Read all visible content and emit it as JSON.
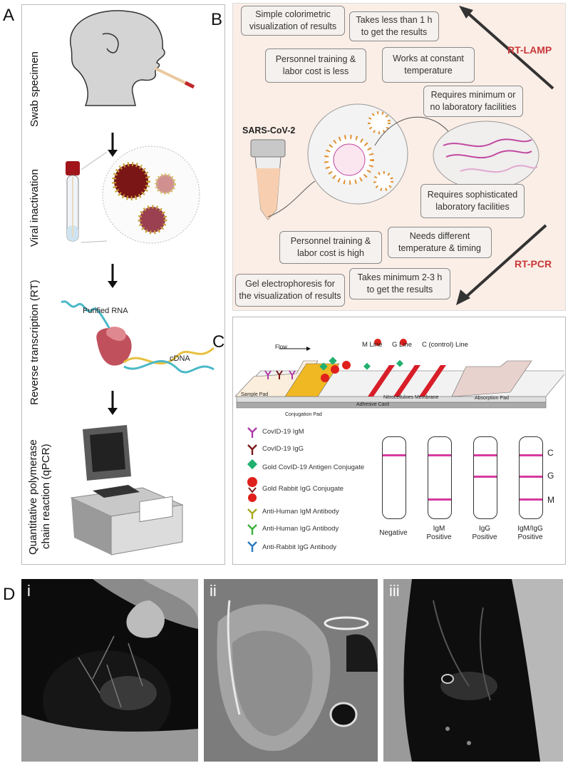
{
  "panel_a": {
    "letter": "A",
    "steps": [
      "Swab specimen",
      "Viral inactivation",
      "Reverse transcription (RT)",
      "Quantitative polymerase",
      "chain reaction (qPCR)"
    ],
    "rna_label": "Purified RNA",
    "cdna_label": "cDNA"
  },
  "panel_b": {
    "letter": "B",
    "virus_label": "SARS-CoV-2",
    "lamp_label": "RT-LAMP",
    "pcr_label": "RT-PCR",
    "lamp_boxes": [
      "Simple colorimetric visualization of results",
      "Takes less than  1 h to get the results",
      "Personnel training &  labor cost is less",
      "Works at constant temperature",
      "Requires minimum or no laboratory facilities"
    ],
    "pcr_boxes": [
      "Requires sophisticated laboratory facilities",
      "Personnel training &  labor cost is high",
      "Needs different temperature & timing",
      "Gel electrophoresis for the visualization of results",
      "Takes minimum  2-3 h to get the results"
    ]
  },
  "panel_c": {
    "letter": "C",
    "flow": "Flow",
    "lines": [
      "M Line",
      "G Line",
      "C (control) Line"
    ],
    "pads": {
      "sample": "Sample Pad",
      "conjugation": "Conjugation Pad",
      "membrane": "Nitrocelluloes Membrane",
      "card": "Adhesive Card",
      "absorption": "Absorption Pad"
    },
    "legend": [
      {
        "label": "CovID-19 IgM",
        "color": "#b03aa8"
      },
      {
        "label": "CovID-19 IgG",
        "color": "#7b1a1a"
      },
      {
        "label": "Gold CovID-19 Antigen Conjugate",
        "color": "#20b070"
      },
      {
        "label": "Gold Rabbit IgG Conjugate",
        "color": "#e0201c"
      },
      {
        "label": "Anti-Human IgM Antibody",
        "color": "#a8a822"
      },
      {
        "label": "Anti-Human IgG Antibody",
        "color": "#3ab03a"
      },
      {
        "label": "Anti-Rabbit IgG Antibody",
        "color": "#2a7ac0"
      }
    ],
    "strips": [
      {
        "line1": "Negative",
        "line2": ""
      },
      {
        "line1": "IgM",
        "line2": "Positive"
      },
      {
        "line1": "IgG",
        "line2": "Positive"
      },
      {
        "line1": "IgM/IgG",
        "line2": "Positive"
      }
    ],
    "strip_letters": [
      "C",
      "G",
      "M"
    ],
    "band_color": "#d63aa0"
  },
  "panel_d": {
    "letter": "D",
    "labels": [
      "i",
      "ii",
      "iii"
    ]
  }
}
